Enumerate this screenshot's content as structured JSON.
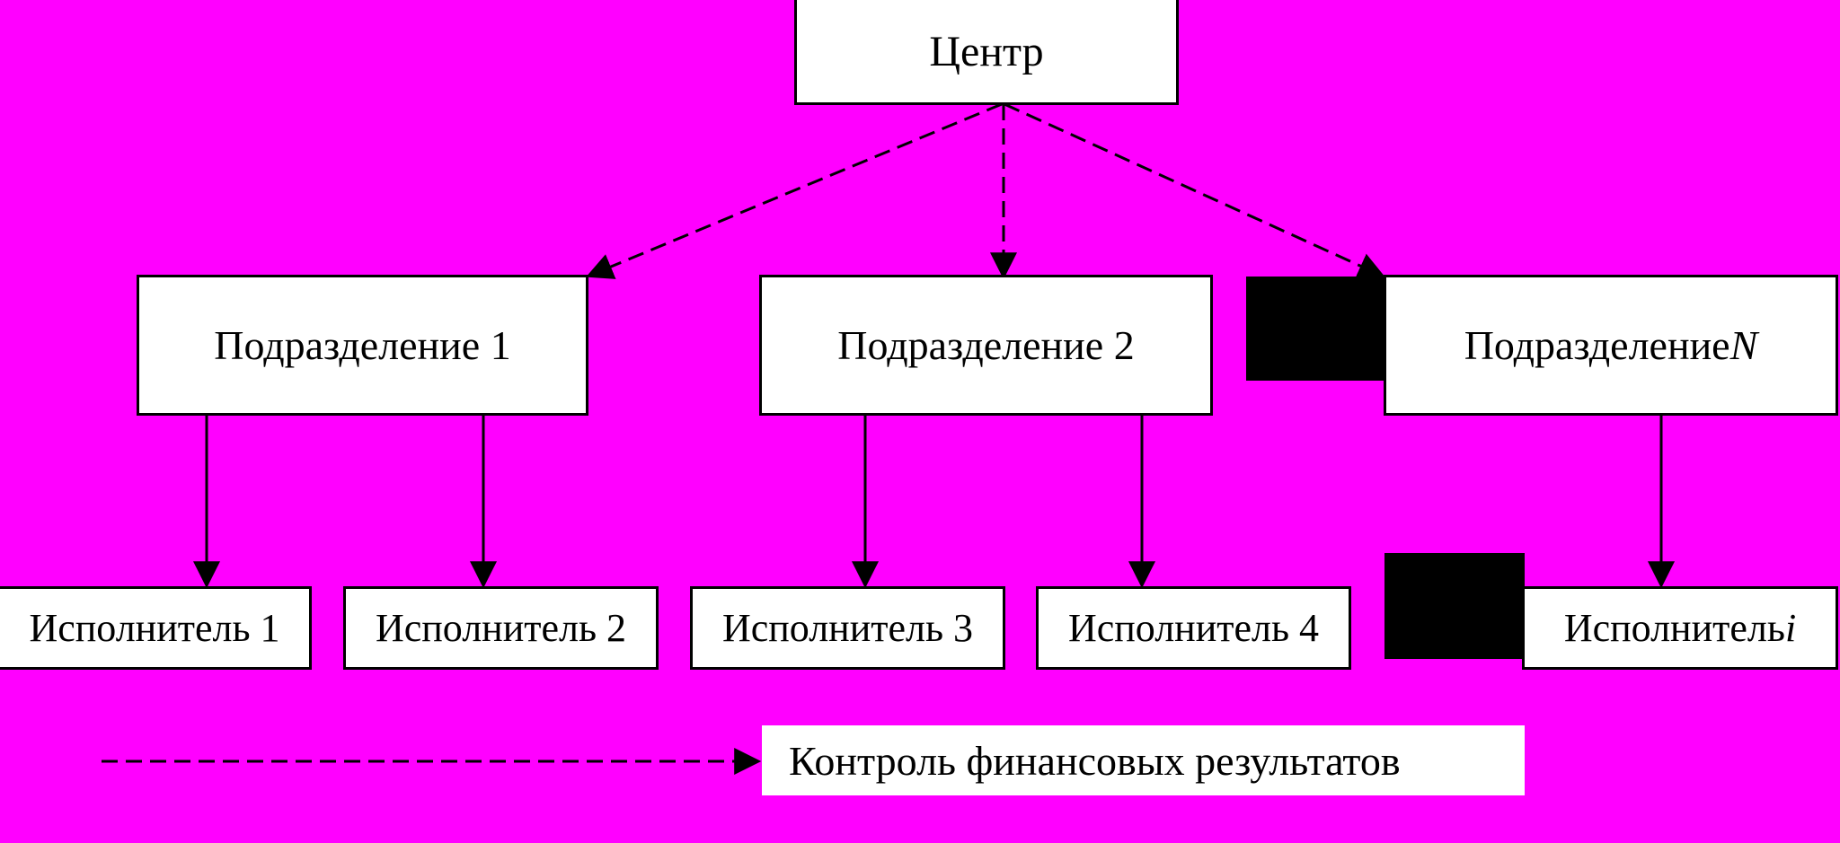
{
  "diagram": {
    "center": {
      "label": "Центр"
    },
    "divisions": [
      {
        "label": "Подразделение 1",
        "suffix": ""
      },
      {
        "label": "Подразделение 2",
        "suffix": ""
      },
      {
        "label": "Подразделение ",
        "suffix": "N"
      }
    ],
    "executors": [
      {
        "label": "Исполнитель 1",
        "suffix": ""
      },
      {
        "label": "Исполнитель 2",
        "suffix": ""
      },
      {
        "label": "Исполнитель 3",
        "suffix": ""
      },
      {
        "label": "Исполнитель 4",
        "suffix": ""
      },
      {
        "label": "Исполнитель ",
        "suffix": "i"
      }
    ],
    "legend": {
      "label": "Контроль финансовых результатов"
    },
    "colors": {
      "background": "#FF00FF",
      "box": "#FFFFFF",
      "line": "#000000"
    }
  }
}
